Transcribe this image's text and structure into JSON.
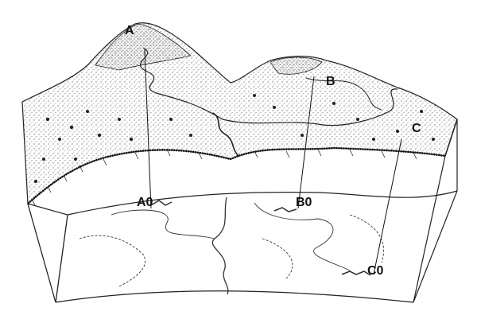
{
  "figure": {
    "labels": {
      "a": "A",
      "b": "B",
      "c": "C",
      "a0": "A0",
      "b0": "B0",
      "c0": "C0"
    },
    "ink_color": "#222222",
    "paper_color": "#ffffff"
  }
}
